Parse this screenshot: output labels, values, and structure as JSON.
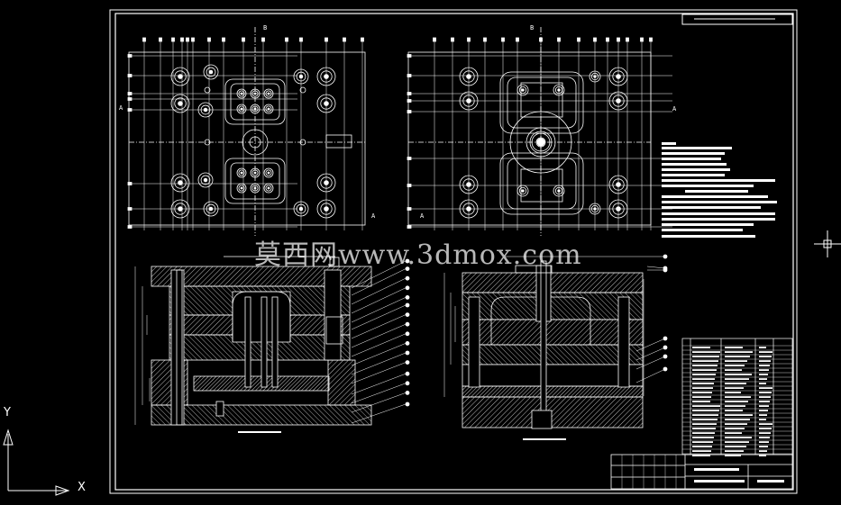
{
  "watermark": "莫西网www.3dmox.com",
  "ucs": {
    "x_label": "X",
    "y_label": "Y"
  },
  "section_marks": {
    "a": "A",
    "b": "B"
  },
  "colors": {
    "background": "#000000",
    "lines": "#ffffff",
    "hatch": "#cfcfcf"
  },
  "icons": {
    "crosshair": "crosshair-icon",
    "ucs": "ucs-axes-icon"
  }
}
